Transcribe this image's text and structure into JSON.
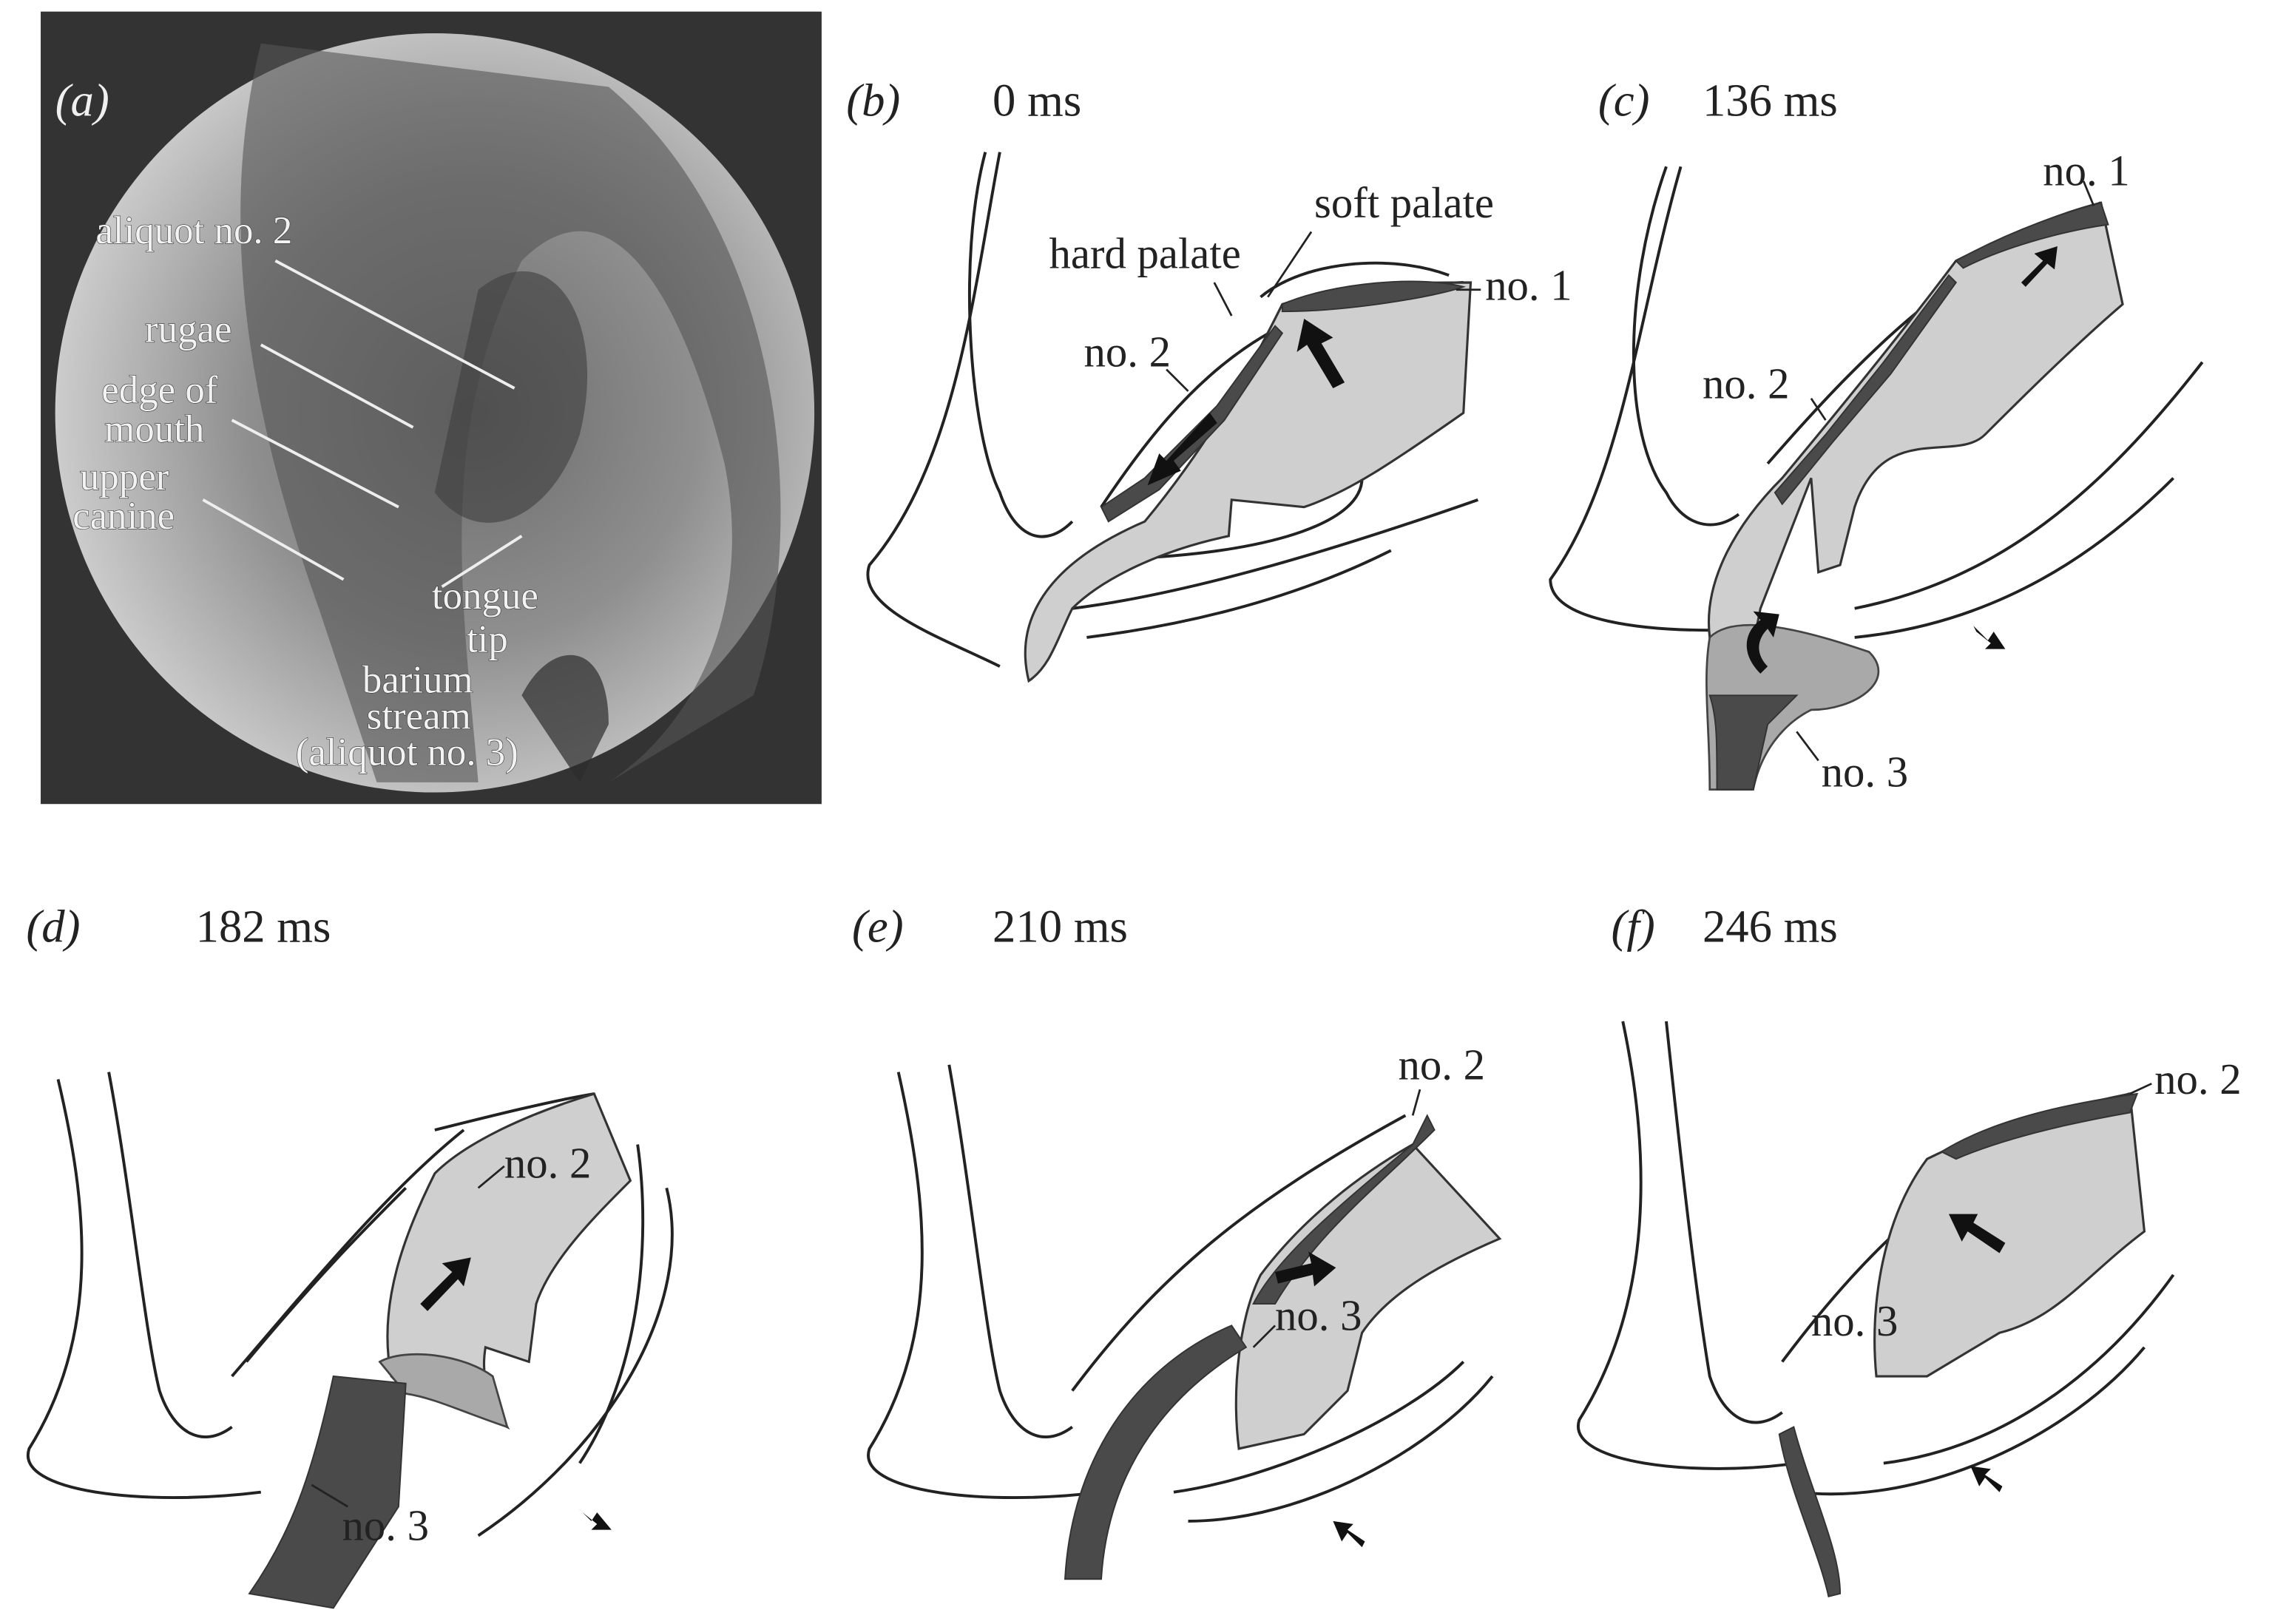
{
  "panels": {
    "a": {
      "label": "(a)",
      "annotations": [
        "aliquot no. 2",
        "rugae",
        "edge of",
        "mouth",
        "upper",
        "canine",
        "tongue",
        "tip",
        "barium",
        "stream",
        "(aliquot no. 3)"
      ]
    },
    "b": {
      "label": "(b)",
      "time": "0 ms",
      "annotations": [
        "soft palate",
        "hard palate",
        "no. 1",
        "no. 2"
      ]
    },
    "c": {
      "label": "(c)",
      "time": "136 ms",
      "annotations": [
        "no. 1",
        "no. 2",
        "no. 3"
      ]
    },
    "d": {
      "label": "(d)",
      "time": "182 ms",
      "annotations": [
        "no. 2",
        "no. 3"
      ]
    },
    "e": {
      "label": "(e)",
      "time": "210 ms",
      "annotations": [
        "no. 2",
        "no. 3"
      ]
    },
    "f": {
      "label": "(f)",
      "time": "246 ms",
      "annotations": [
        "no. 2",
        "no. 3"
      ]
    }
  },
  "colors": {
    "tongue": "#cfcfcf",
    "bolus": "#4a4a4a",
    "xray_frame": "#333333"
  }
}
